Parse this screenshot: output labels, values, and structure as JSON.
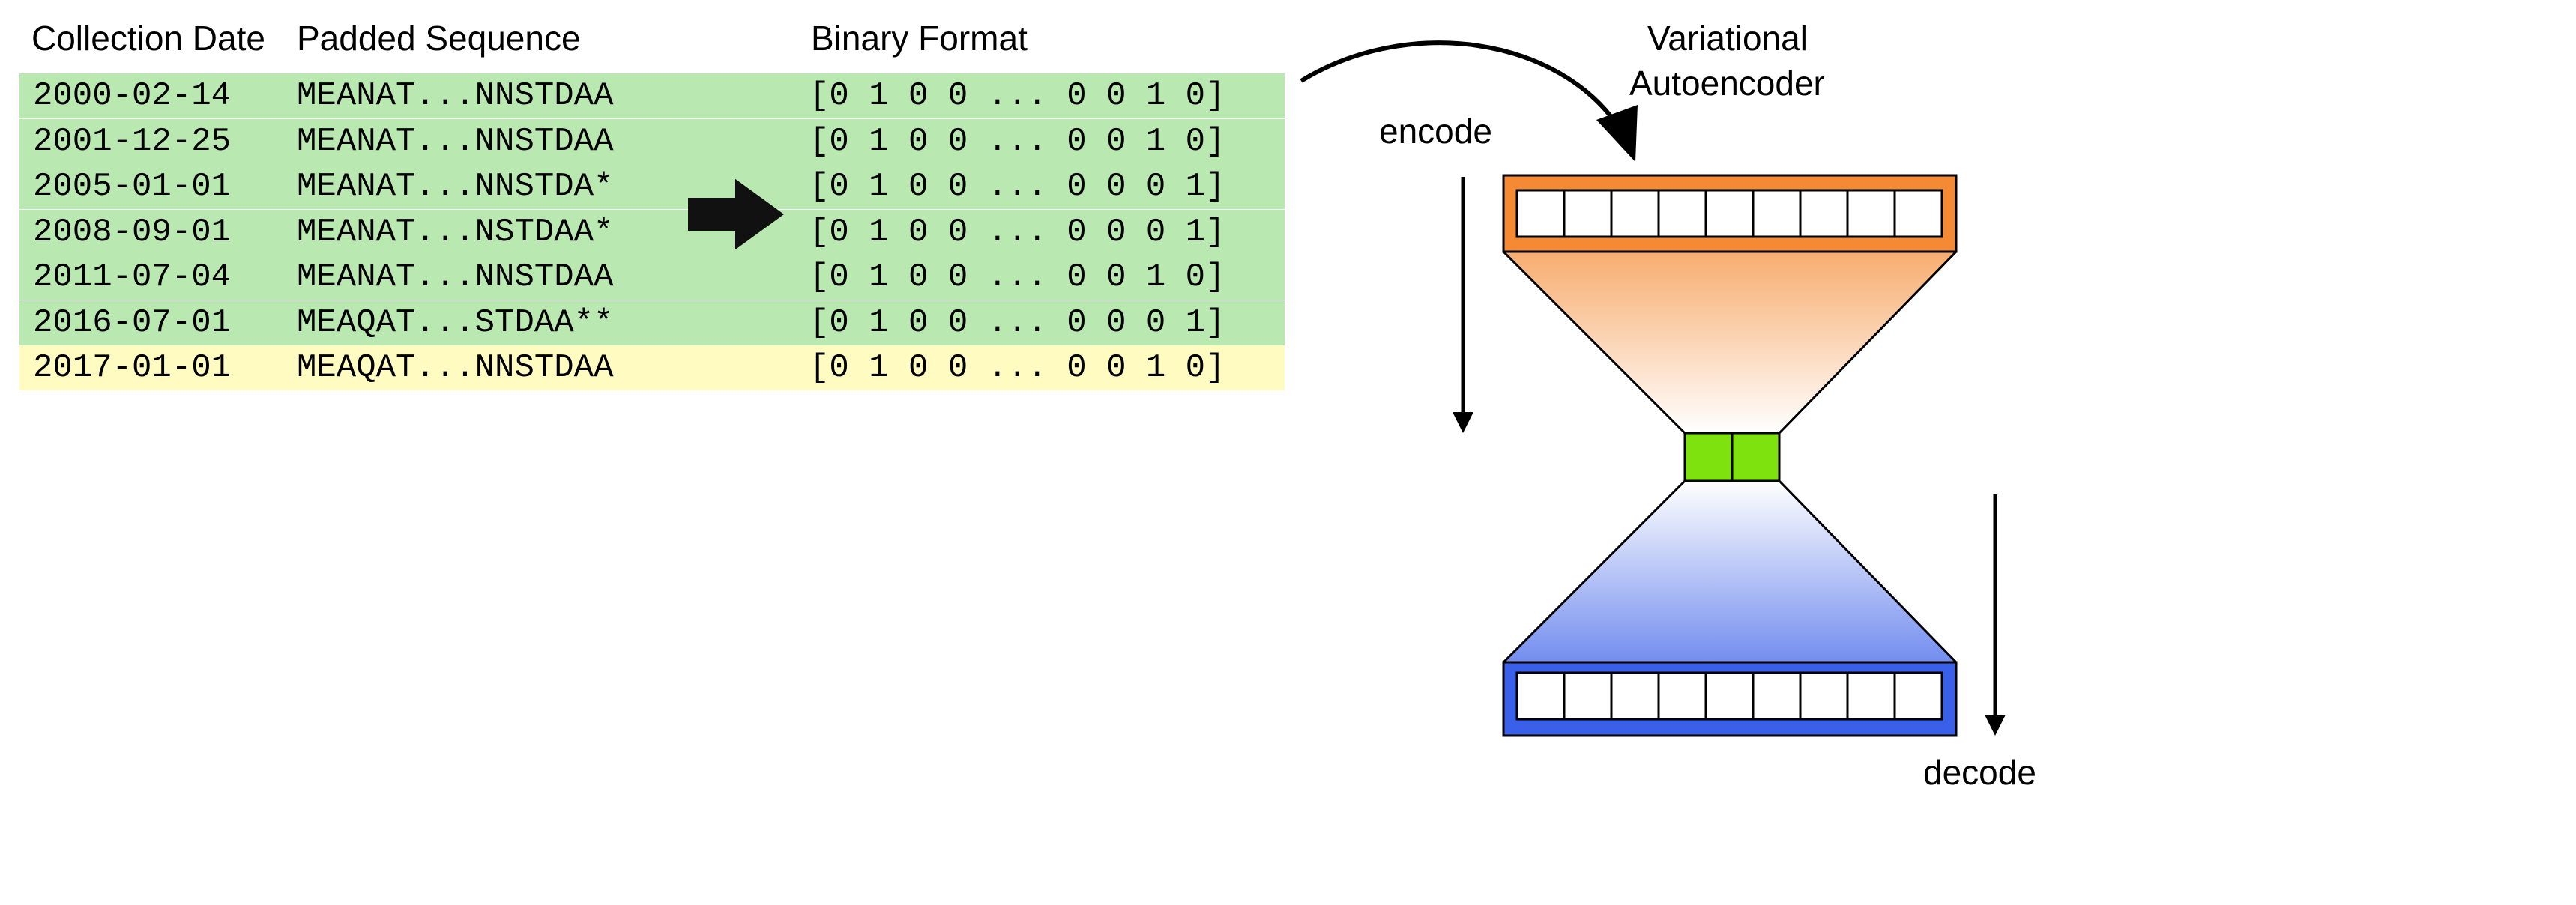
{
  "headers": {
    "collection_date": "Collection Date",
    "padded_sequence": "Padded Sequence",
    "binary_format": "Binary Format"
  },
  "rows": [
    {
      "date": "2000-02-14",
      "sequence": "MEANAT...NNSTDAA",
      "binary": "[0 1 0 0 ... 0 0 1 0]",
      "highlight": "training"
    },
    {
      "date": "2001-12-25",
      "sequence": "MEANAT...NNSTDAA",
      "binary": "[0 1 0 0 ... 0 0 1 0]",
      "highlight": "training"
    },
    {
      "date": "2005-01-01",
      "sequence": "MEANAT...NNSTDA*",
      "binary": "[0 1 0 0 ... 0 0 0 1]",
      "highlight": "training"
    },
    {
      "date": "2008-09-01",
      "sequence": "MEANAT...NSTDAA*",
      "binary": "[0 1 0 0 ... 0 0 0 1]",
      "highlight": "training"
    },
    {
      "date": "2011-07-04",
      "sequence": "MEANAT...NNSTDAA",
      "binary": "[0 1 0 0 ... 0 0 1 0]",
      "highlight": "training"
    },
    {
      "date": "2016-07-01",
      "sequence": "MEAQAT...STDAA**",
      "binary": "[0 1 0 0 ... 0 0 0 1]",
      "highlight": "training"
    },
    {
      "date": "2017-01-01",
      "sequence": "MEAQAT...NNSTDAA",
      "binary": "[0 1 0 0 ... 0 0 1 0]",
      "highlight": "test"
    }
  ],
  "colors": {
    "training_row": "#b9e9b1",
    "test_row": "#fffbc1",
    "encoder_top": "#f48a33",
    "encoder_fade": "#ffffff",
    "decoder_bottom": "#3a5fe8",
    "latent": "#7de20e"
  },
  "vae": {
    "title_line1": "Variational",
    "title_line2": "Autoencoder",
    "encode_label": "encode",
    "decode_label": "decode",
    "input_units": 9,
    "latent_units": 2,
    "output_units": 9
  }
}
